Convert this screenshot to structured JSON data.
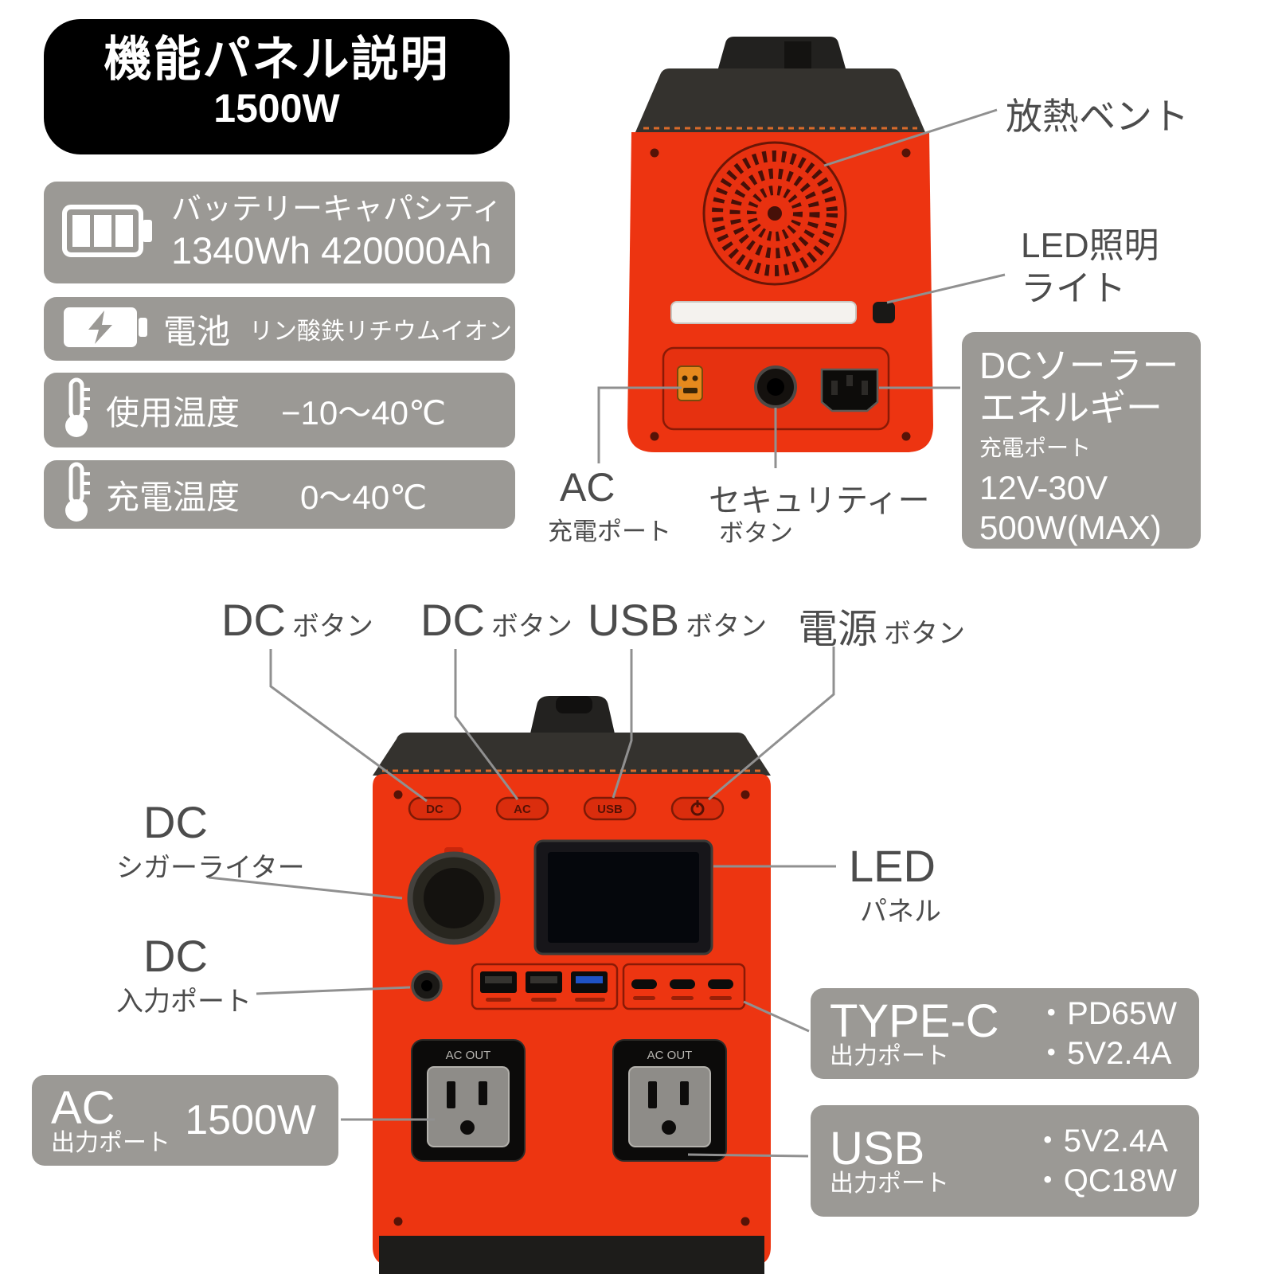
{
  "title": {
    "line1": "機能パネル説明",
    "line2": "1500W"
  },
  "specs": [
    {
      "label": "バッテリーキャパシティ",
      "value": "1340Wh 420000Ah"
    },
    {
      "label": "電池",
      "value": "リン酸鉄リチウムイオン"
    },
    {
      "label": "使用温度",
      "value": "−10〜40℃"
    },
    {
      "label": "充電温度",
      "value": "0〜40℃"
    }
  ],
  "back": {
    "vent_label": "放熱ベント",
    "led_label_line1": "LED照明",
    "led_label_line2": "ライト",
    "ac_charge_title": "AC",
    "ac_charge_sub": "充電ポート",
    "security_title": "セキュリティー",
    "security_sub": "ボタン",
    "dc_solar": {
      "title1": "DCソーラー",
      "title2": "エネルギー",
      "sub": "充電ポート",
      "spec1": "12V-30V",
      "spec2": "500W(MAX)"
    }
  },
  "front": {
    "button_labels": [
      {
        "main": "DC",
        "sub": "ボタン"
      },
      {
        "main": "DC",
        "sub": "ボタン"
      },
      {
        "main": "USB",
        "sub": "ボタン"
      },
      {
        "main": "電源",
        "sub": "ボタン"
      }
    ],
    "device_buttons": {
      "b1": "DC",
      "b2": "AC",
      "b3": "USB"
    },
    "ac_out_label": "AC OUT",
    "cigarette": {
      "main": "DC",
      "sub": "シガーライター"
    },
    "led_panel": {
      "main": "LED",
      "sub": "パネル"
    },
    "dc_input": {
      "main": "DC",
      "sub": "入力ポート"
    },
    "typec_box": {
      "title": "TYPE-C",
      "sub": "出力ポート",
      "spec1": "・PD65W",
      "spec2": "・5V2.4A"
    },
    "ac_out_box": {
      "title": "AC",
      "sub": "出力ポート",
      "value": "1500W"
    },
    "usb_box": {
      "title": "USB",
      "sub": "出力ポート",
      "spec1": "・5V2.4A",
      "spec2": "・QC18W"
    }
  },
  "colors": {
    "device_red": "#ee3511",
    "box_gray": "#9b9995",
    "label_gray": "#4c4c4c",
    "line_gray": "#909090"
  }
}
